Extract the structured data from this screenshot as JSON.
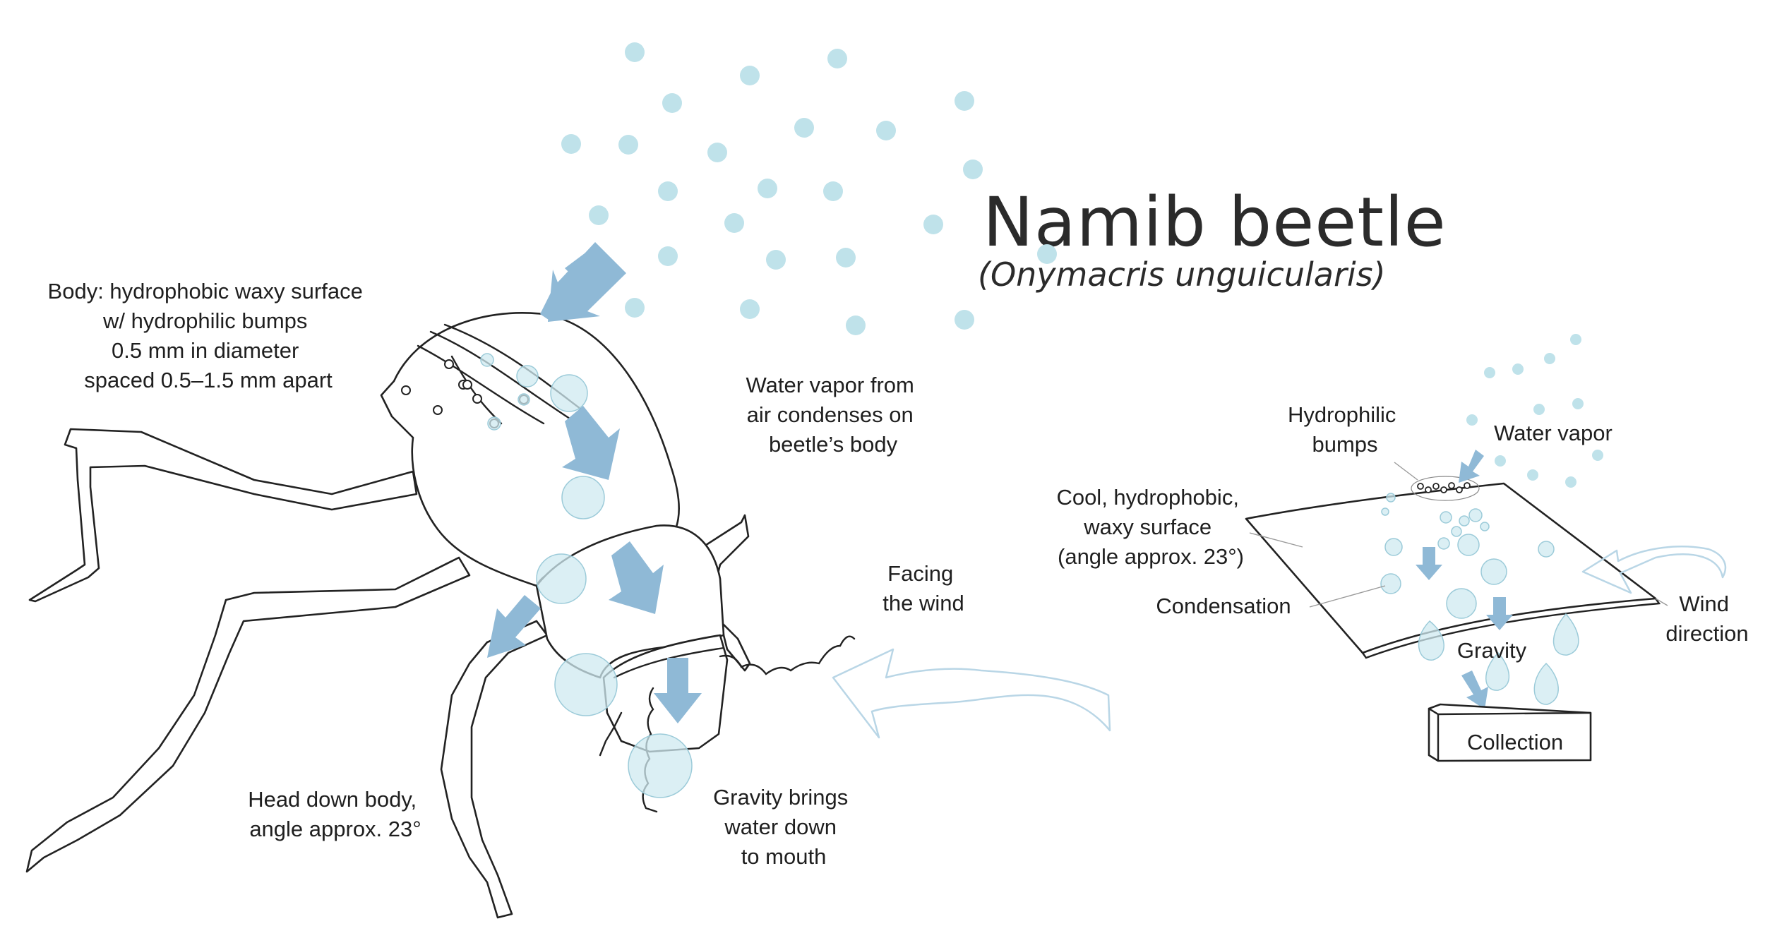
{
  "title": "Namib beetle",
  "subtitle": "(Onymacris unguicularis)",
  "beetle_labels": {
    "body": [
      "Body: hydrophobic waxy surface",
      "w/ hydrophilic bumps",
      "0.5 mm in diameter",
      "spaced 0.5–1.5 mm apart"
    ],
    "vapor": [
      "Water vapor from",
      "air condenses on",
      "beetle’s body"
    ],
    "facing": [
      "Facing",
      "the wind"
    ],
    "head_down": [
      "Head down body,",
      "angle approx. 23°"
    ],
    "gravity": [
      "Gravity brings",
      "water down",
      "to mouth"
    ]
  },
  "diagram_labels": {
    "bumps": [
      "Hydrophilic",
      "bumps"
    ],
    "water_vapor": "Water vapor",
    "surface": [
      "Cool, hydrophobic,",
      "waxy surface",
      "(angle approx. 23°)"
    ],
    "condensation": "Condensation",
    "gravity": "Gravity",
    "wind": [
      "Wind",
      "direction"
    ],
    "collection": "Collection"
  },
  "colors": {
    "droplet": "#bfe2ea",
    "arrow": "#8fb9d6",
    "wind_arrow": "#b9d6e6",
    "outline": "#222222"
  }
}
